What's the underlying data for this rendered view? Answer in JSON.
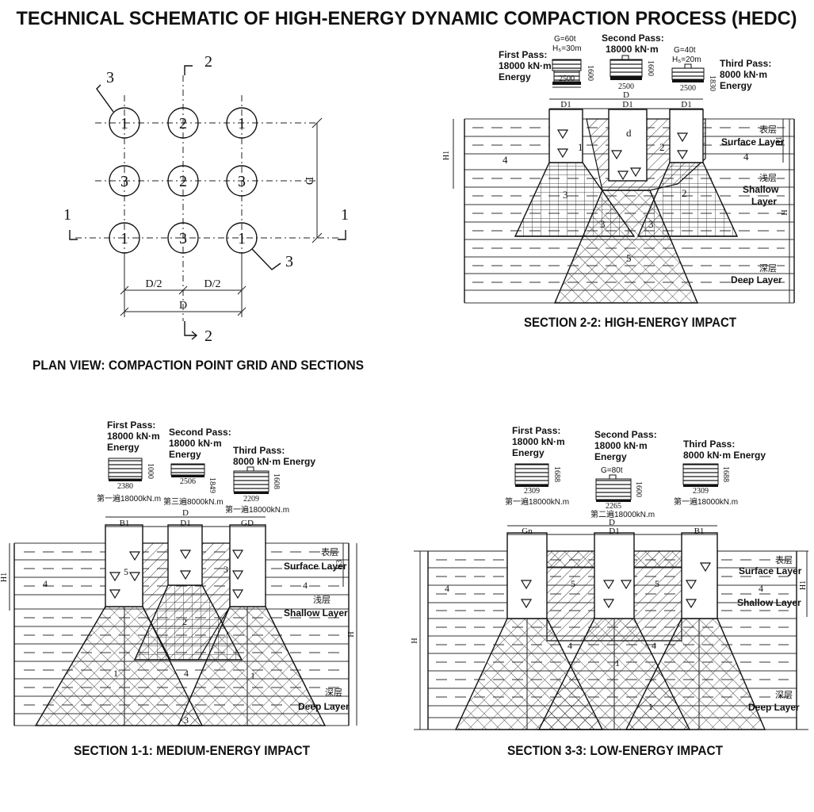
{
  "title": "TECHNICAL SCHEMATIC OF HIGH-ENERGY DYNAMIC COMPACTION PROCESS (HEDC)",
  "plan": {
    "caption": "PLAN VIEW: COMPACTION POINT GRID AND SECTIONS",
    "grid": [
      [
        "1",
        "2",
        "1"
      ],
      [
        "3",
        "2",
        "3"
      ],
      [
        "1",
        "3",
        "1"
      ]
    ],
    "section_marks": {
      "s1": "1",
      "s2": "2",
      "s3": "3"
    },
    "dim_half": "D/2",
    "dim_full": "D"
  },
  "sec22": {
    "caption": "SECTION 2-2: HIGH-ENERGY IMPACT",
    "pass1": "First Pass:",
    "pass1_e": "18000 kN·m",
    "pass1_u": "Energy",
    "pass2": "Second Pass:",
    "pass2_e": "18000 kN·m",
    "pass3": "Third Pass:",
    "pass3_e": "8000 kN·m",
    "pass3_u": "Energy",
    "g1": "G=60t",
    "h1": "H₅=30m",
    "g3": "G=40t",
    "h3": "H₅=20m",
    "w1": "2500",
    "w2": "2500",
    "w3": "2500",
    "v1": "1600",
    "v2": "1600",
    "v3": "1830",
    "d": "D",
    "d1": "D1",
    "d2": "D1",
    "d3": "D1",
    "surface_cn": "表层",
    "surface": "Surface Layer",
    "shallow_cn": "浅层",
    "shallow": "Shallow",
    "shallow2": "Layer",
    "deep_cn": "深层",
    "deep": "Deep Layer",
    "h_label": "H",
    "h1_label": "H1",
    "zones": [
      "1",
      "2",
      "3",
      "2",
      "3",
      "3",
      "5",
      "4",
      "4",
      "d"
    ]
  },
  "sec11": {
    "caption": "SECTION 1-1: MEDIUM-ENERGY IMPACT",
    "pass1": "First Pass:",
    "pass1_e": "18000 kN·m",
    "pass1_u": "Energy",
    "pass2": "Second Pass:",
    "pass2_e": "18000 kN·m",
    "pass2_u": "Energy",
    "pass3": "Third Pass:",
    "pass3_e": "8000 kN·m Energy",
    "w1": "2380",
    "w2": "2506",
    "w3": "2209",
    "v1": "1000",
    "v2": "1849",
    "v3": "1608",
    "cn1": "第一遍18000kN.m",
    "cn2": "第三遍8000kN.m",
    "cn3": "第一遍18000kN.m",
    "d": "D",
    "d1": "B1",
    "d2": "D1",
    "d3": "GD",
    "surface_cn": "表层",
    "surface": "Surface Layer",
    "shallow_cn": "浅层",
    "shallow": "Shallow Layer",
    "deep_cn": "深层",
    "deep": "Deep Layer",
    "h_label": "H",
    "h1_label": "H1",
    "k_label": "K3",
    "zones": [
      "5",
      "3",
      "4",
      "4",
      "2",
      "4",
      "1",
      "3",
      "1"
    ]
  },
  "sec33": {
    "caption": "SECTION 3-3: LOW-ENERGY IMPACT",
    "pass1": "First Pass:",
    "pass1_e": "18000 kN·m",
    "pass1_u": "Energy",
    "pass2": "Second Pass:",
    "pass2_e": "18000 kN·m",
    "pass2_u": "Energy",
    "pass3": "Third Pass:",
    "pass3_e": "8000 kN·m Energy",
    "g2": "G=80t",
    "w1": "2309",
    "w2": "2265",
    "w3": "2309",
    "v1": "1688",
    "v2": "1600",
    "v3": "1688",
    "cn1": "第一遍18000kN.m",
    "cn2": "第二遍18000kN.m",
    "cn3": "第一遍18000kN.m",
    "d": "D",
    "d1": "Gn",
    "d2": "D1",
    "d3": "B1",
    "surface_cn": "表层",
    "surface": "Surface Layer",
    "shallow": "Shallow Layer",
    "deep_cn": "深层",
    "deep": "Deep Layer",
    "h_label": "H",
    "h1_label": "H1",
    "zones": [
      "4",
      "4",
      "5",
      "5",
      "4",
      "4",
      "1",
      "1"
    ]
  }
}
